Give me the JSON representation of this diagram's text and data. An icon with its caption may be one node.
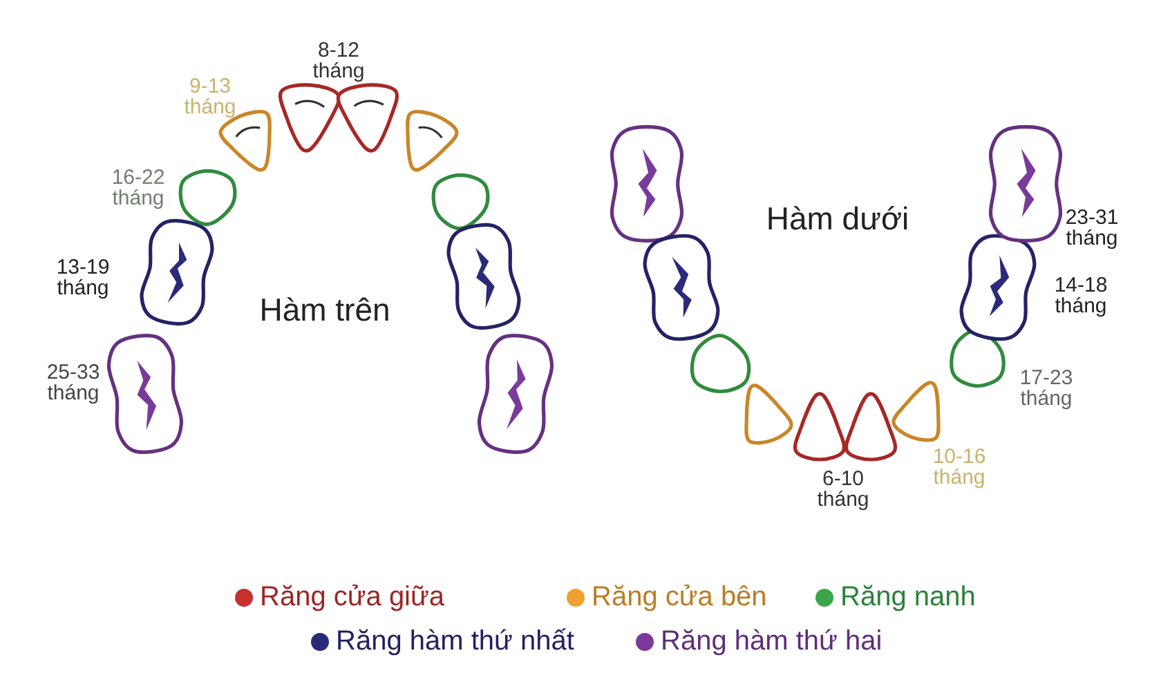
{
  "diagram": {
    "nodes": [
      {
        "text": [],
        "shape": "tooth"
      },
      {
        "text": [],
        "shape": "tooth"
      },
      {
        "text": [],
        "shape": "tooth"
      },
      {
        "text": [],
        "shape": "tooth"
      },
      {
        "text": [],
        "shape": "tooth"
      },
      {
        "text": [],
        "shape": "tooth"
      },
      {
        "text": [],
        "shape": "tooth"
      },
      {
        "text": [],
        "shape": "tooth"
      },
      {
        "text": [],
        "shape": "tooth"
      },
      {
        "text": [],
        "shape": "tooth"
      },
      {
        "text": [],
        "shape": "tooth"
      },
      {
        "text": [],
        "shape": "tooth"
      },
      {
        "text": [],
        "shape": "tooth"
      },
      {
        "text": [],
        "shape": "tooth"
      },
      {
        "text": [],
        "shape": "tooth"
      },
      {
        "text": [],
        "shape": "tooth"
      },
      {
        "text": [],
        "shape": "tooth"
      },
      {
        "text": [],
        "shape": "tooth"
      },
      {
        "text": [],
        "shape": "tooth"
      },
      {
        "text": [],
        "shape": "tooth"
      }
    ],
    "labels": [
      "8-12 tháng",
      "9-13 tháng",
      "16-22 tháng",
      "13-19 tháng",
      "Hàm trên",
      "25-33 tháng",
      "Hàm dưới",
      "23-31 tháng",
      "14-18 tháng",
      "17-23 tháng",
      "10-16 tháng",
      "6-10 tháng"
    ],
    "legend": [
      {
        "text": "Răng cửa giữa",
        "color": "#c8302e"
      },
      {
        "text": "Răng cửa bên",
        "color": "#f0a030"
      },
      {
        "text": "Răng nanh",
        "color": "#3aa64a"
      },
      {
        "text": "Răng hàm thứ nhất",
        "color": "#2a2a7a"
      },
      {
        "text": "Răng hàm thứ hai",
        "color": "#7a3a9a"
      }
    ]
  }
}
